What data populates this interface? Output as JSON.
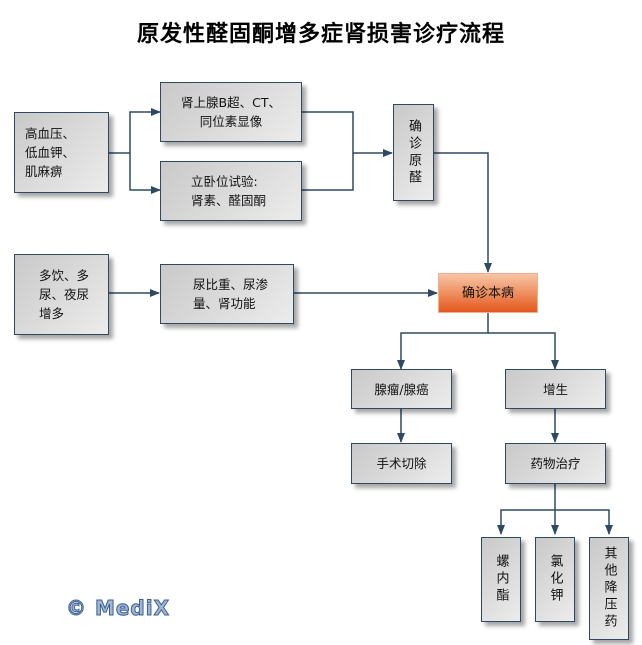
{
  "title": "原发性醛固酮增多症肾损害诊疗流程",
  "colors": {
    "line": "#2e4a63",
    "accent": "#e4561e",
    "box": "#d8d8d8"
  },
  "nodes": {
    "symptoms_1": "高血压、\n低血钾、\n肌麻痹",
    "imaging": "肾上腺B超、CT、\n同位素显像",
    "posture_test": "立卧位试验:\n肾素、醛固酮",
    "confirm_primary": "确诊原醛",
    "symptoms_2": "多饮、多\n尿、夜尿\n增多",
    "urine_tests": "尿比重、尿渗\n量、肾功能",
    "confirm_disease": "确诊本病",
    "adenoma": "腺瘤/腺癌",
    "hyperplasia": "增生",
    "surgery": "手术切除",
    "drug_therapy": "药物治疗",
    "spironolactone": "螺内酯",
    "potassium_chloride": "氯化钾",
    "other_antihypertensives": "其他降压药"
  },
  "watermark": "© MediX"
}
